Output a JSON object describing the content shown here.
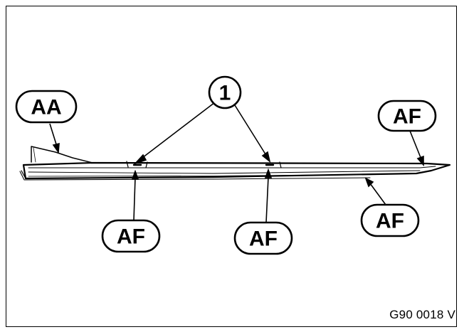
{
  "figure_code": "G90 0018 V",
  "labels": {
    "number_1": "1",
    "aa": "AA",
    "af_right_top": "AF",
    "af_left_bottom": "AF",
    "af_mid_bottom": "AF",
    "af_right_bottom": "AF"
  },
  "colors": {
    "ink": "#000000",
    "paper": "#ffffff"
  }
}
